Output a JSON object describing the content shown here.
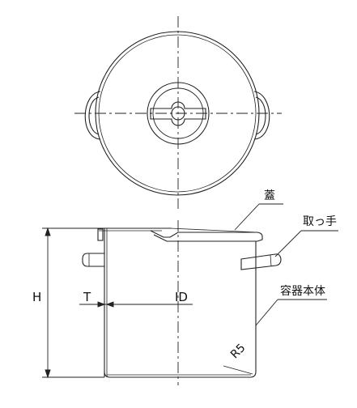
{
  "labels": {
    "lid": "蓋",
    "handle": "取っ手",
    "body": "容器本体",
    "height": "H",
    "thickness": "T",
    "inner_diameter": "ID",
    "radius": "R5"
  }
}
